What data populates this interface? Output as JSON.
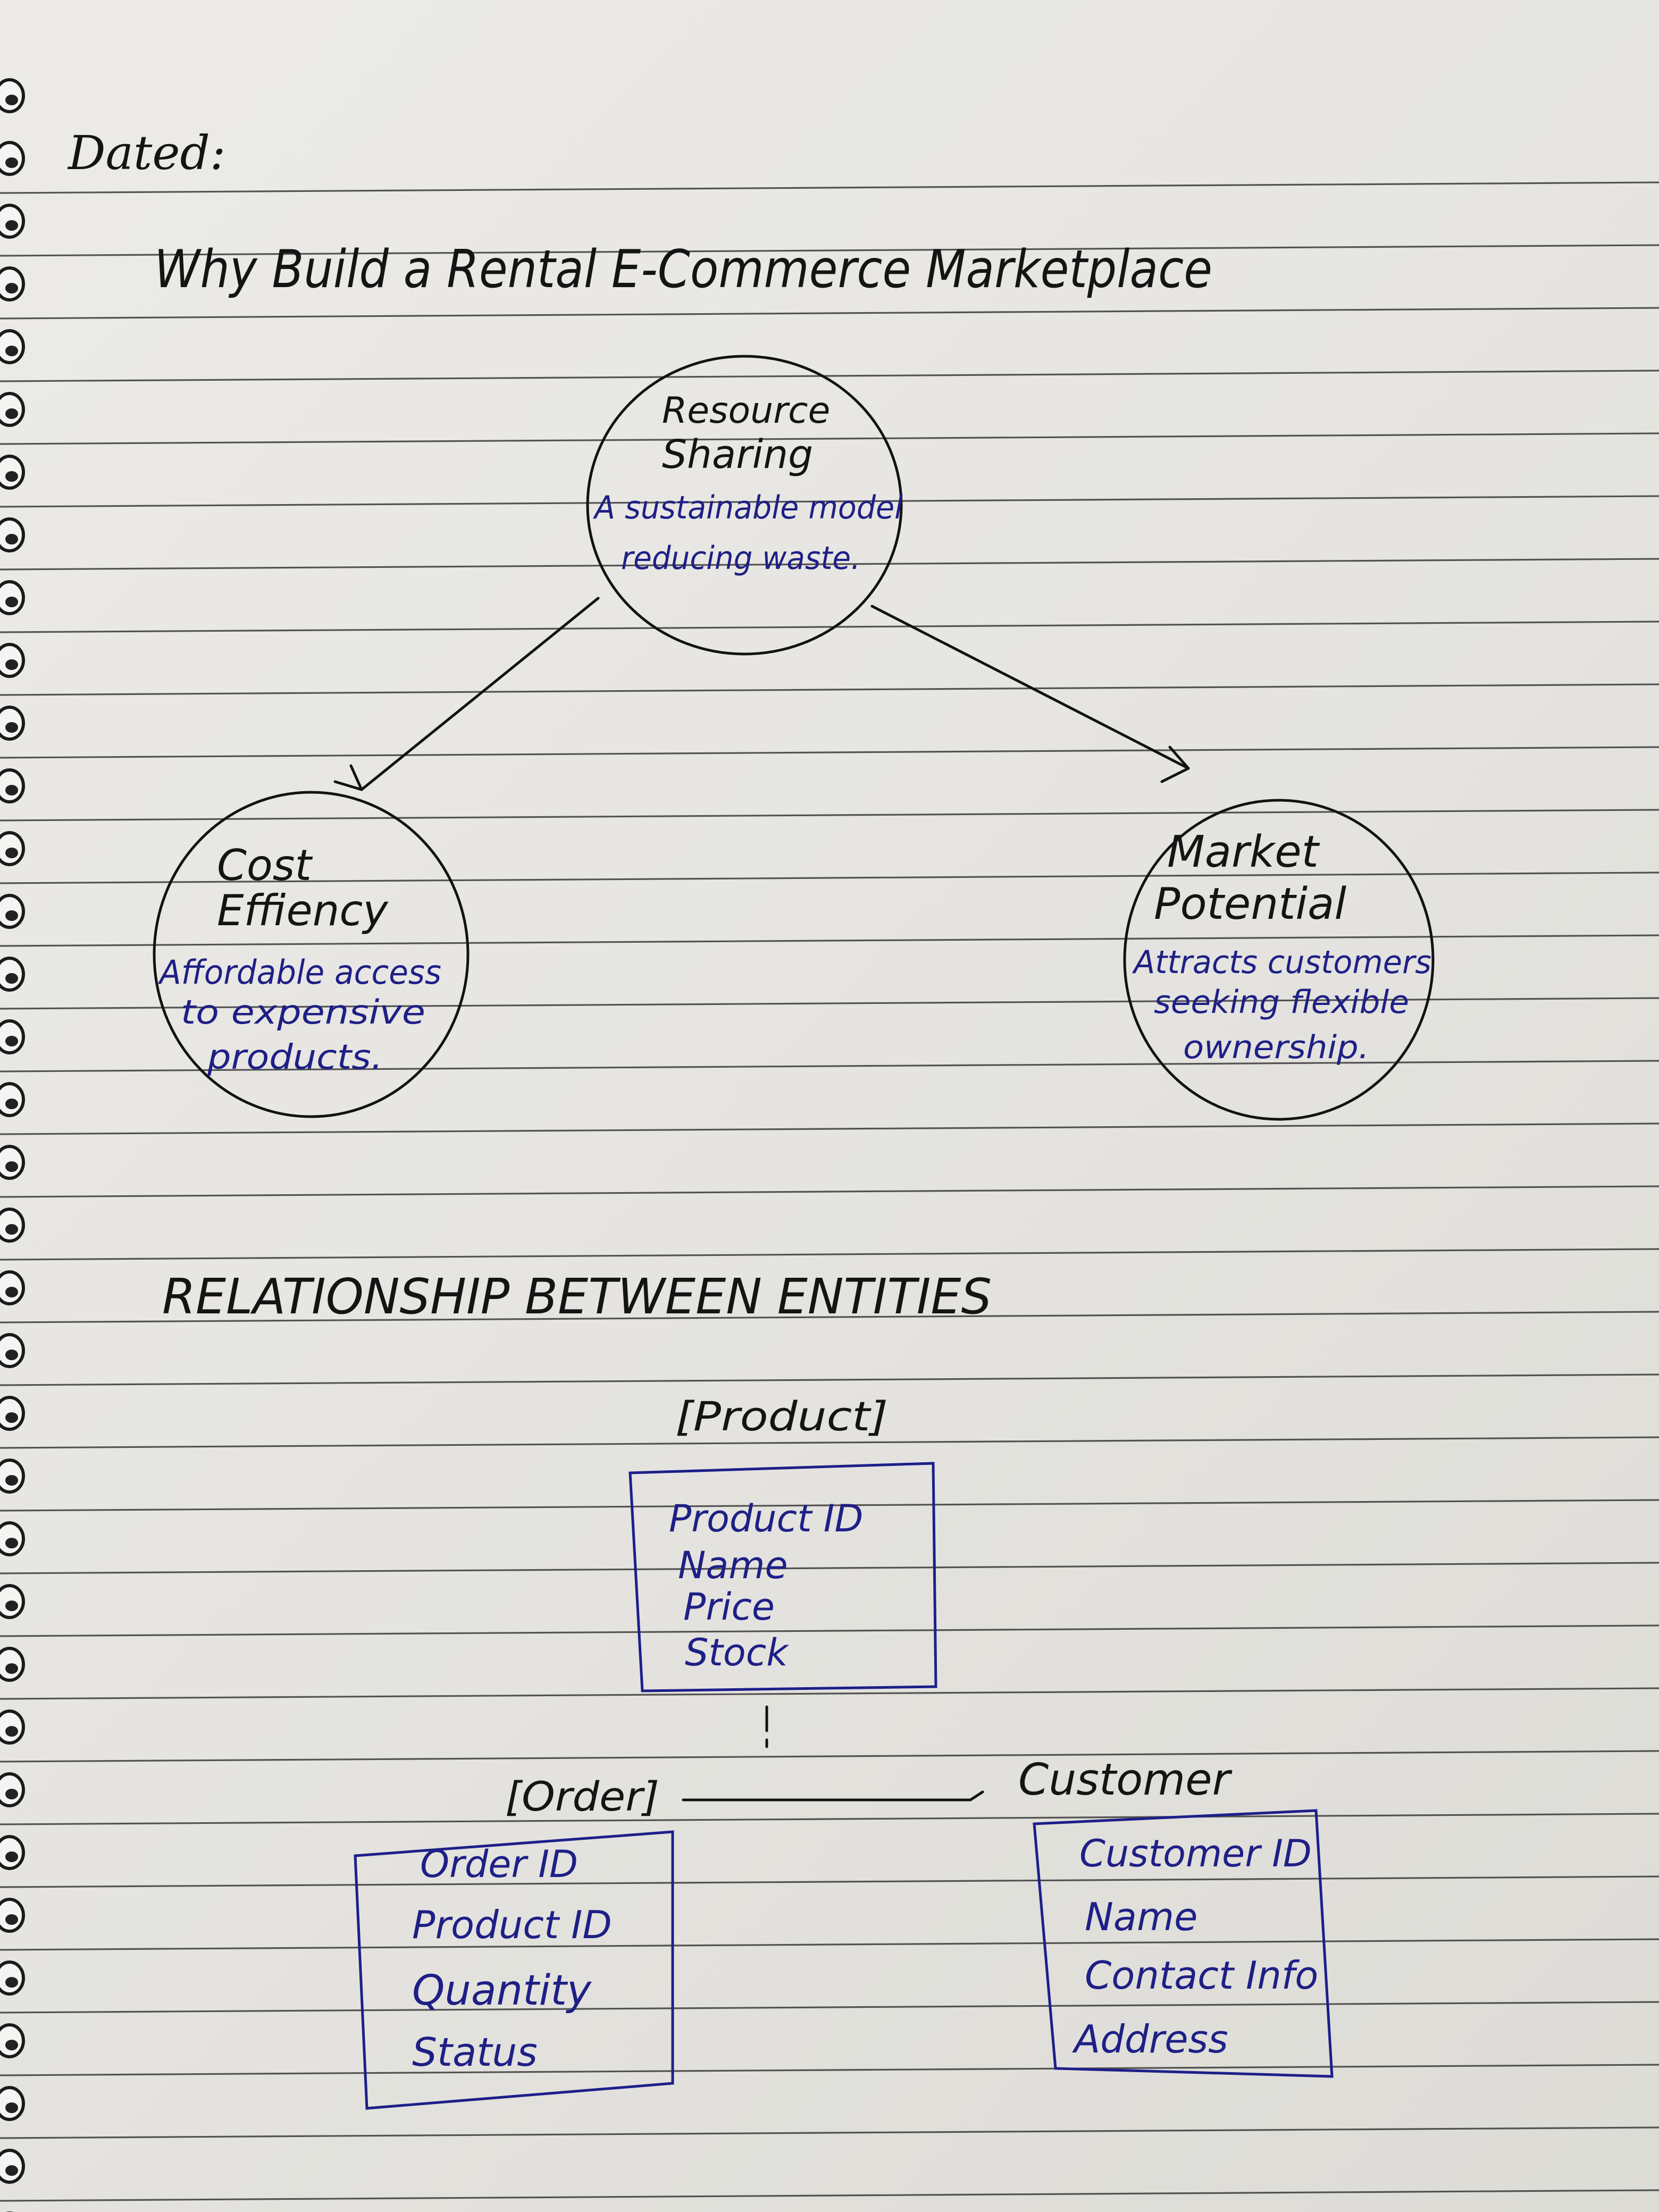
{
  "header": {
    "dated_label": "Dated:"
  },
  "title": "Why Build a Rental E-Commerce Marketplace",
  "nodes": {
    "resource": {
      "heading_1": "Resource",
      "heading_2": "Sharing",
      "desc_1": "A sustainable model",
      "desc_2": "reducing waste."
    },
    "cost": {
      "heading_1": "Cost",
      "heading_2": "Effiency",
      "desc_1": "Affordable access",
      "desc_2": "to expensive",
      "desc_3": "products."
    },
    "market": {
      "heading_1": "Market",
      "heading_2": "Potential",
      "desc_1": "Attracts customers",
      "desc_2": "seeking flexible",
      "desc_3": "ownership."
    }
  },
  "section_title": "RELATIONSHIP BETWEEN ENTITIES",
  "entities": {
    "product": {
      "label": "[Product]",
      "fields": [
        "Product ID",
        "Name",
        "Price",
        "Stock"
      ]
    },
    "order": {
      "label": "[Order]",
      "fields": [
        "Order ID",
        "Product ID",
        "Quantity",
        "Status"
      ]
    },
    "customer": {
      "label": "Customer",
      "fields": [
        "Customer ID",
        "Name",
        "Contact Info",
        "Address"
      ]
    }
  },
  "colors": {
    "paper": "#e9e8e4",
    "rule": "#3a3a3a",
    "black_ink": "#141414",
    "blue_ink": "#1e1f86"
  }
}
